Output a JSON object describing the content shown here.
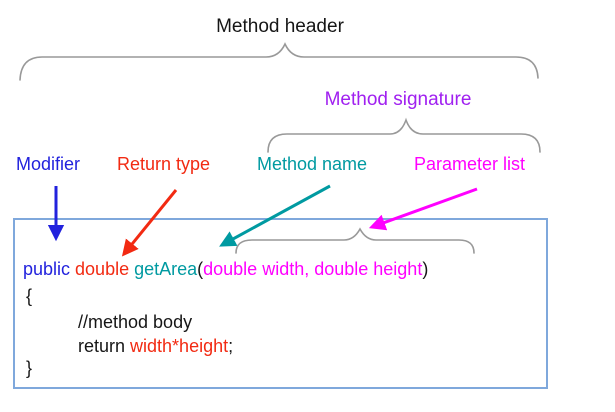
{
  "colors": {
    "blue": "#2222dd",
    "red": "#f22a12",
    "teal": "#009aa1",
    "magenta": "#ff00ff",
    "purple": "#a020f0",
    "brace": "#999999",
    "box_border": "#7fa8dc"
  },
  "annotations": {
    "method_header": "Method header",
    "method_signature": "Method signature",
    "modifier": "Modifier",
    "return_type": "Return type",
    "method_name": "Method name",
    "parameter_list": "Parameter list"
  },
  "code": {
    "modifier": "public ",
    "return_type": "double ",
    "method_name": "getArea",
    "open_paren": "(",
    "parameters": "double width, double height",
    "close_paren": ")",
    "open_brace": "{",
    "comment": "//method body",
    "return_keyword": "return ",
    "return_expression": "width*height",
    "semicolon": ";",
    "close_brace": "}"
  }
}
